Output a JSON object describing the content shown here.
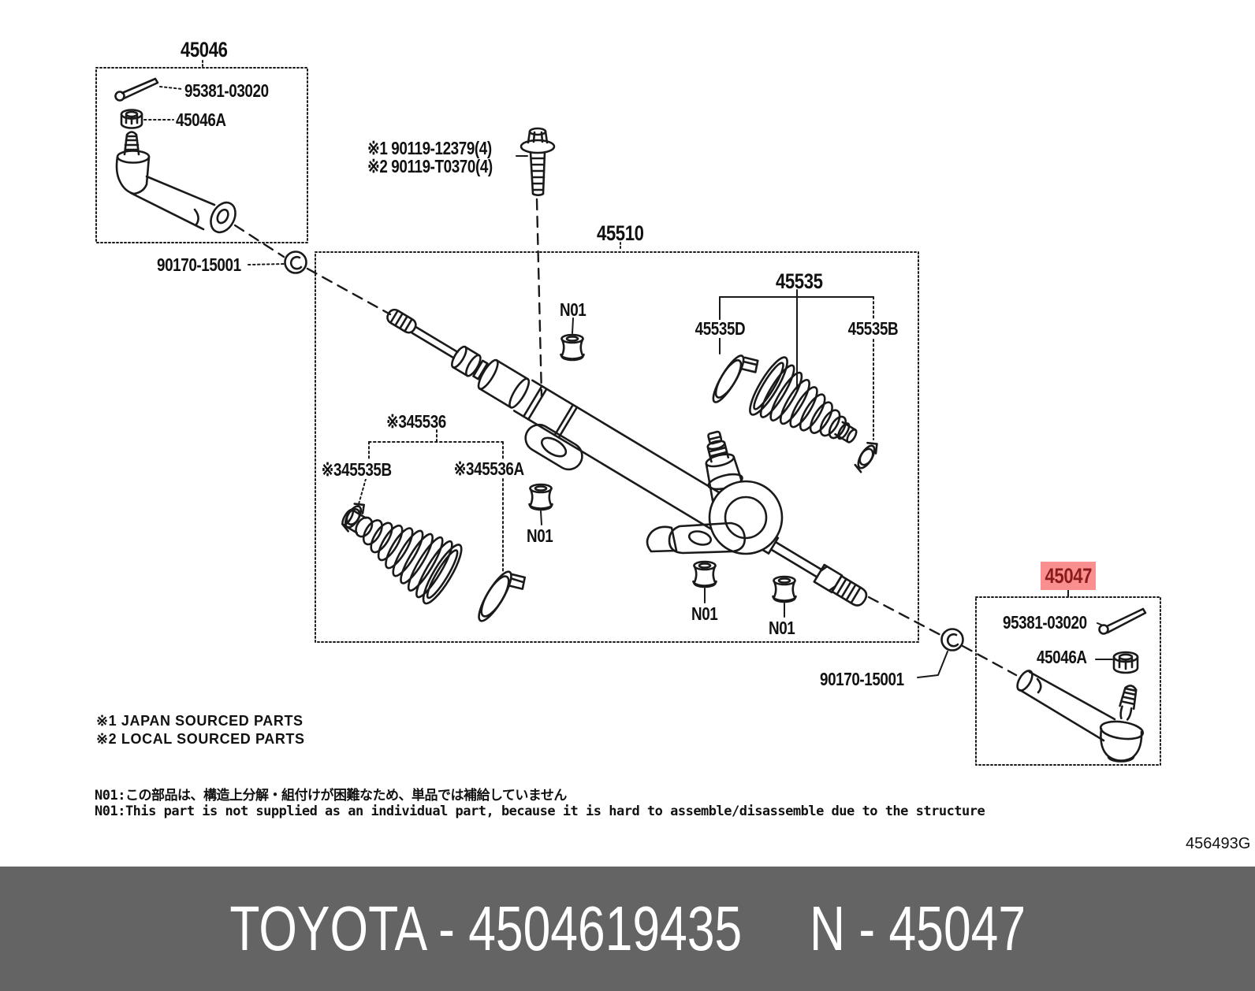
{
  "diagram": {
    "top_box": {
      "group_label": "45046",
      "cotter_pin": "95381-03020",
      "castle_nut": "45046A"
    },
    "grommet_left": "90170-15001",
    "bolt": {
      "japan": "※1 90119-12379(4)",
      "local": "※2 90119-T0370(4)"
    },
    "main_box": {
      "group_label": "45510",
      "n01": "N01",
      "boot_right_group": "45535",
      "boot_right_clamp_large": "45535D",
      "boot_right_clamp_small": "45535B",
      "boot_left_group": "※345536",
      "boot_left_clamp_small": "※345535B",
      "boot_left_clamp_large": "※345536A"
    },
    "bottom_box": {
      "group_label": "45047",
      "cotter_pin": "95381-03020",
      "castle_nut": "45046A"
    },
    "grommet_right": "90170-15001",
    "colors": {
      "line": "#1a1a1a",
      "highlight_bg": "#f9908f",
      "highlight_text": "#8c1a1a"
    }
  },
  "notes": {
    "sourced1": "※1 JAPAN SOURCED PARTS",
    "sourced2": "※2 LOCAL SOURCED PARTS",
    "n01_jp": "N01:この部品は、構造上分解・組付けが困難なため、単品では補給していません",
    "n01_en": "N01:This part is not supplied as an individual part, because it is hard to assemble/disassemble due to the structure"
  },
  "doc_code": "456493G",
  "footer": {
    "catalog_id": "TOYOTA - 4504619435",
    "part_ref": "N - 45047",
    "bg_color": "#646464",
    "text_color": "#ffffff"
  }
}
